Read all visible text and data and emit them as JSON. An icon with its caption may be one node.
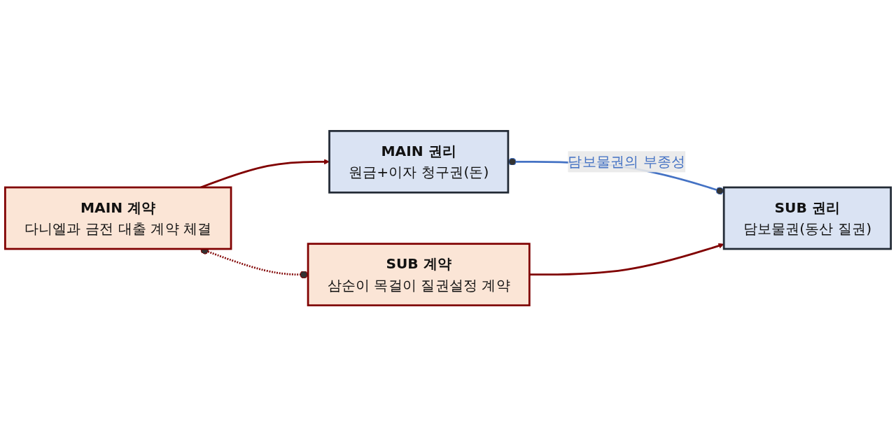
{
  "diagram": {
    "nodes": [
      {
        "text": [
          "MAIN 계약",
          "다니엘과 금전 대출 계약 체결"
        ]
      },
      {
        "text": [
          "MAIN 권리",
          "원금+이자 청구권(돈)"
        ]
      },
      {
        "text": [
          "SUB 계약",
          "삼순이 목걸이 질권설정 계약"
        ]
      },
      {
        "text": [
          "SUB 권리",
          "담보물권(동산 질권)"
        ]
      }
    ],
    "edges": [
      {
        "from": 0,
        "to": 1,
        "arrow": "to"
      },
      {
        "from": 0,
        "to": 2,
        "arrow": "other",
        "style": "dashed"
      },
      {
        "from": 1,
        "to": 3,
        "arrow": "other",
        "color": "#4472c4",
        "label": "담보물권의 부종성"
      },
      {
        "from": 2,
        "to": 3,
        "arrow": "to"
      }
    ]
  }
}
